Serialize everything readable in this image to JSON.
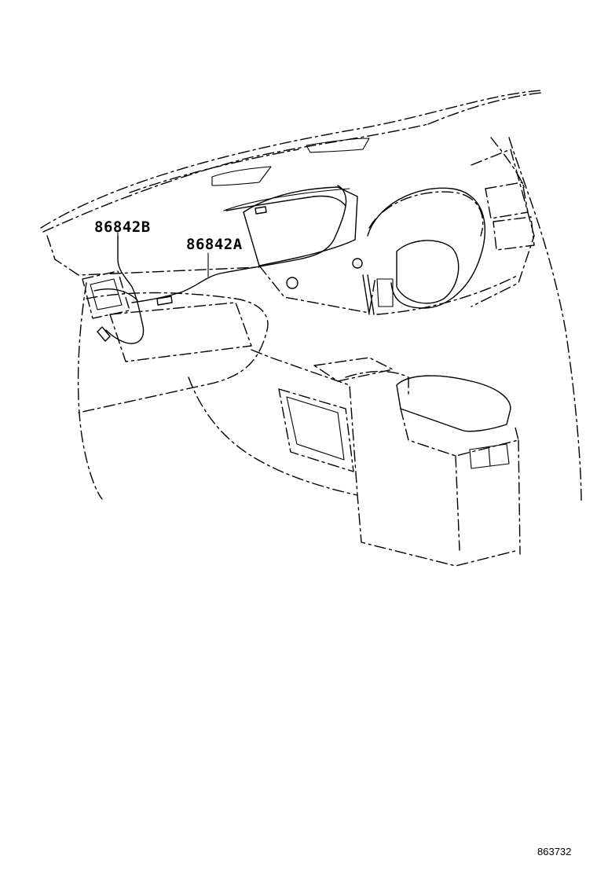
{
  "callouts": [
    {
      "id": "b",
      "text": "86842B"
    },
    {
      "id": "a",
      "text": "86842A"
    }
  ],
  "figure_code": "863732"
}
